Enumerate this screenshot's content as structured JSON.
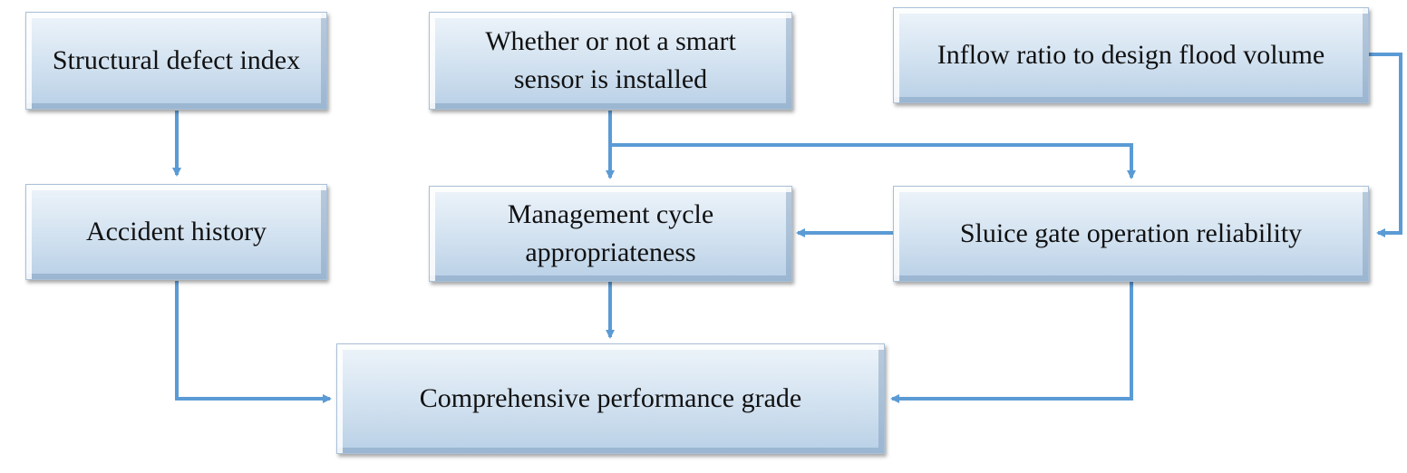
{
  "diagram": {
    "nodes": {
      "structural_defect_index": "Structural defect index",
      "smart_sensor_installed": "Whether or not a smart sensor is installed",
      "inflow_ratio": "Inflow ratio to design flood volume",
      "accident_history": "Accident history",
      "management_cycle": "Management cycle appropriateness",
      "sluice_gate_reliability": "Sluice gate operation reliability",
      "comprehensive_grade": "Comprehensive performance grade"
    },
    "edges": [
      {
        "from": "structural_defect_index",
        "to": "accident_history"
      },
      {
        "from": "smart_sensor_installed",
        "to": "management_cycle"
      },
      {
        "from": "smart_sensor_installed",
        "to": "sluice_gate_reliability"
      },
      {
        "from": "inflow_ratio",
        "to": "sluice_gate_reliability"
      },
      {
        "from": "sluice_gate_reliability",
        "to": "management_cycle"
      },
      {
        "from": "accident_history",
        "to": "comprehensive_grade"
      },
      {
        "from": "management_cycle",
        "to": "comprehensive_grade"
      },
      {
        "from": "sluice_gate_reliability",
        "to": "comprehensive_grade"
      }
    ],
    "colors": {
      "connector": "#5b9bd5",
      "box_light": "#eef4fa",
      "box_dark": "#b9d0e6",
      "text": "#111111"
    }
  }
}
